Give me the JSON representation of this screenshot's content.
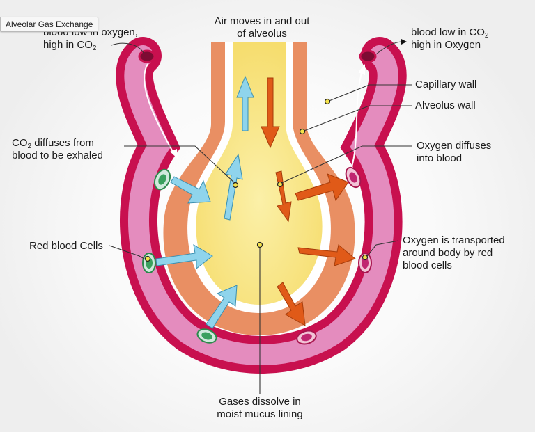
{
  "tooltip": "Alveolar Gas Exchange",
  "labels": {
    "air_moves": [
      "Air moves in and out",
      "of alveolus"
    ],
    "blood_low_oxygen": {
      "line1": "blood low in oxygen,",
      "line2_prefix": "high in CO",
      "line2_sub": "2"
    },
    "blood_low_co2": {
      "line1_prefix": "blood low in CO",
      "line1_sub": "2",
      "line2": "high in Oxygen"
    },
    "capillary_wall": "Capillary wall",
    "alveolus_wall": "Alveolus wall",
    "co2_diffuses": {
      "line1_prefix": "CO",
      "line1_sub": "2",
      "line1_suffix": " diffuses from",
      "line2": "blood to be exhaled"
    },
    "oxygen_diffuses": [
      "Oxygen diffuses",
      "into blood"
    ],
    "red_blood_cells": "Red blood Cells",
    "oxygen_transported": [
      "Oxygen is transported",
      "around body by red",
      "blood cells"
    ],
    "gases_dissolve": [
      "Gases dissolve in",
      "moist mucus lining"
    ]
  },
  "colors": {
    "capillary_outer": "#c8104f",
    "capillary_blood": "#e48cbe",
    "alveolus_wall": "#e98f63",
    "alveolus_air": "#f7e27c",
    "co2_arrow": "#8fd4ec",
    "o2_arrow": "#e05a18",
    "cell_co2": "#3aa05e",
    "cell_o2": "#c02670"
  }
}
